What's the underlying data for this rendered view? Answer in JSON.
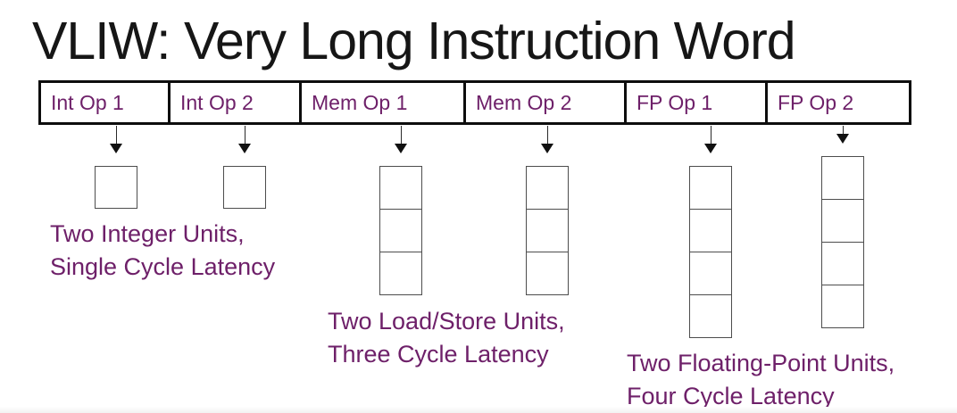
{
  "slide": {
    "title": "VLIW: Very Long Instruction Word"
  },
  "instruction_word": {
    "slots": [
      {
        "label": "Int Op 1"
      },
      {
        "label": "Int Op 2"
      },
      {
        "label": "Mem Op 1"
      },
      {
        "label": "Mem Op 2"
      },
      {
        "label": "FP Op 1"
      },
      {
        "label": "FP Op 2"
      }
    ]
  },
  "execution_units": [
    {
      "name": "integer-unit-1",
      "pipeline_stages": 1
    },
    {
      "name": "integer-unit-2",
      "pipeline_stages": 1
    },
    {
      "name": "load-store-unit-1",
      "pipeline_stages": 3
    },
    {
      "name": "load-store-unit-2",
      "pipeline_stages": 3
    },
    {
      "name": "floating-point-unit-1",
      "pipeline_stages": 4
    },
    {
      "name": "floating-point-unit-2",
      "pipeline_stages": 4
    }
  ],
  "captions": [
    {
      "lines": [
        "Two Integer Units,",
        "Single Cycle Latency"
      ]
    },
    {
      "lines": [
        "Two Load/Store Units,",
        "Three Cycle Latency"
      ]
    },
    {
      "lines": [
        "Two Floating-Point Units,",
        "Four Cycle Latency"
      ]
    }
  ],
  "colors": {
    "title_text": "#161616",
    "accent_purple": "#6e2069",
    "word_border": "#0d0d0d",
    "unit_border": "#4d4d4d"
  }
}
